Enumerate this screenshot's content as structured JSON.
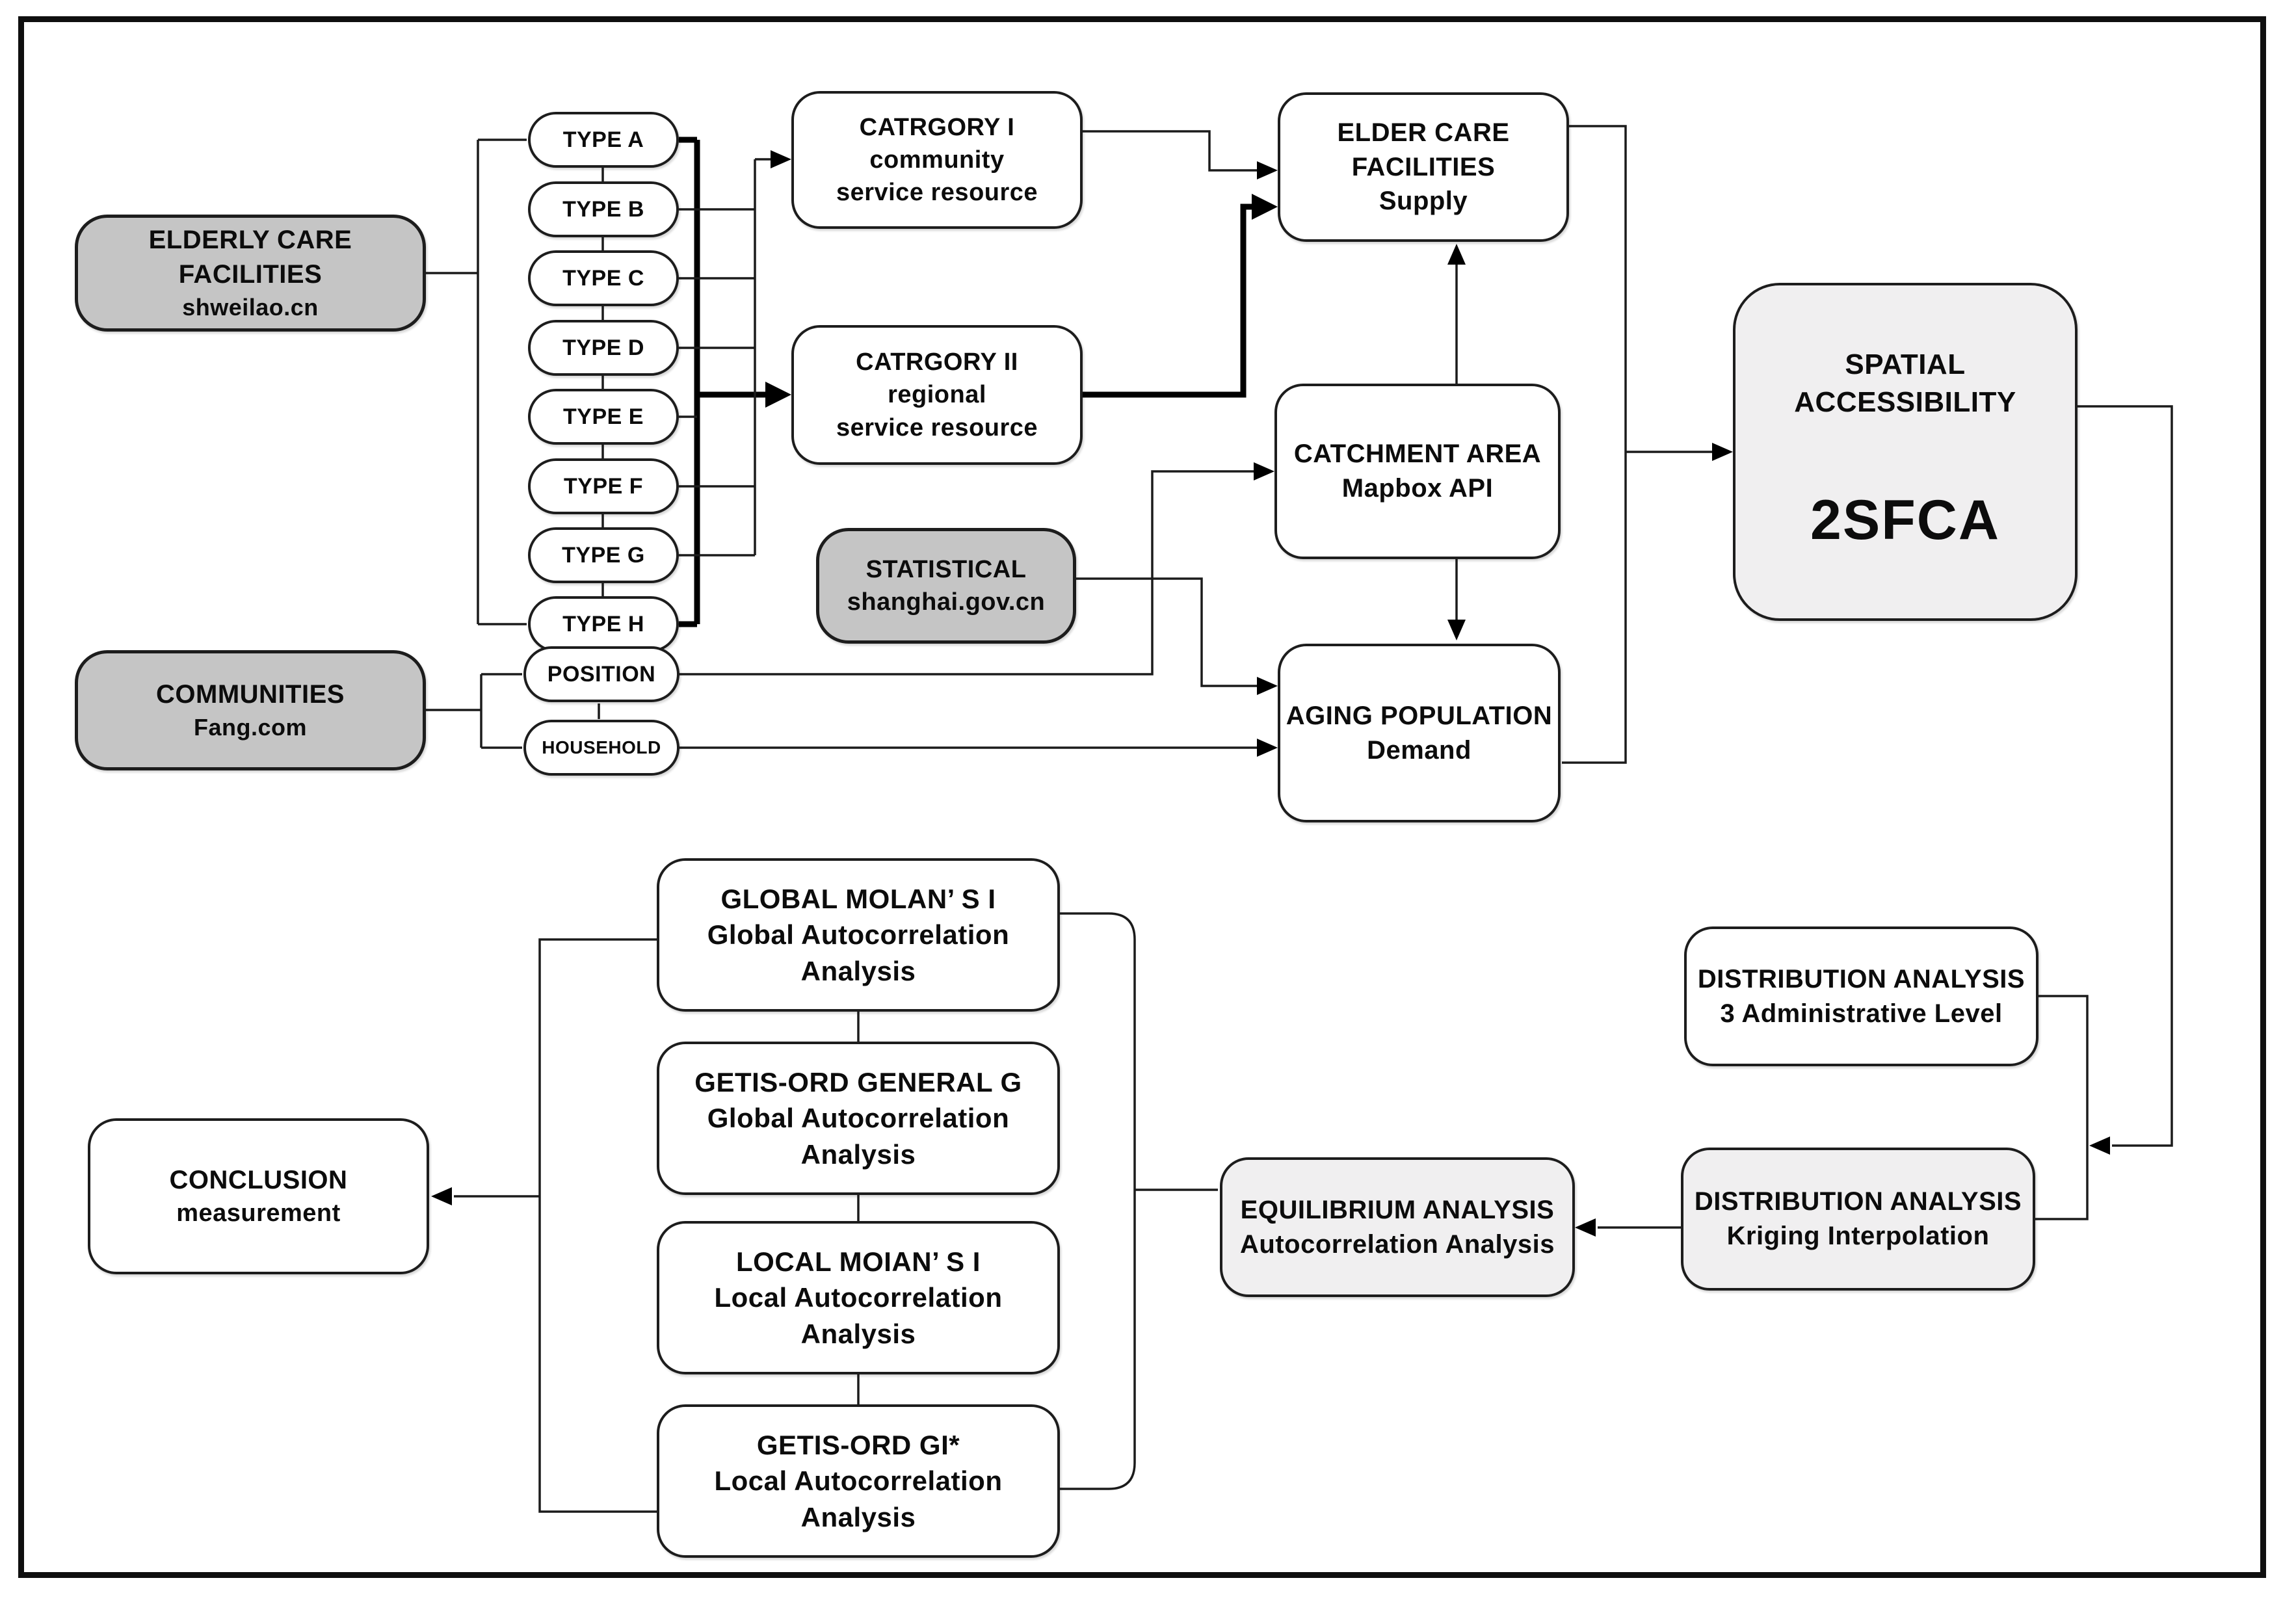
{
  "diagram": {
    "colors": {
      "source_fill": "#c5c5c5",
      "highlight_fill": "#f0eff0",
      "node_fill": "#ffffff",
      "line_color": "#1b1b1b",
      "frame_color": "#0f0f0f"
    },
    "types": [
      "TYPE A",
      "TYPE B",
      "TYPE C",
      "TYPE D",
      "TYPE E",
      "TYPE F",
      "TYPE G",
      "TYPE H"
    ],
    "nodes": {
      "elderly": {
        "lines": [
          "ELDERLY CARE FACILITIES",
          "shweilao.cn"
        ]
      },
      "communities": {
        "lines": [
          "COMMUNITIES",
          "Fang.com"
        ]
      },
      "position": {
        "label": "POSITION"
      },
      "household": {
        "label": "HOUSEHOLD"
      },
      "statistical": {
        "lines": [
          "STATISTICAL",
          "shanghai.gov.cn"
        ]
      },
      "category1": {
        "lines": [
          "CATRGORY I",
          "community",
          "service resource"
        ]
      },
      "category2": {
        "lines": [
          "CATRGORY II",
          "regional",
          "service resource"
        ]
      },
      "supply": {
        "lines": [
          "ELDER CARE FACILITIES",
          "Supply"
        ]
      },
      "catchment": {
        "lines": [
          "CATCHMENT AREA",
          "Mapbox API"
        ]
      },
      "aging": {
        "lines": [
          "AGING POPULATION",
          "Demand"
        ]
      },
      "sfca": {
        "title": "SPATIAL ACCESSIBILITY",
        "big": "2SFCA"
      },
      "dist_admin": {
        "lines": [
          "DISTRIBUTION ANALYSIS",
          "3 Administrative Level"
        ]
      },
      "dist_kriging": {
        "lines": [
          "DISTRIBUTION ANALYSIS",
          "Kriging Interpolation"
        ]
      },
      "equilibrium": {
        "lines": [
          "EQUILIBRIUM ANALYSIS",
          "Autocorrelation Analysis"
        ]
      },
      "global_moran": {
        "lines": [
          "GLOBAL MOLAN’ S I",
          "Global Autocorrelation Analysis"
        ]
      },
      "getis_general": {
        "lines": [
          "GETIS-ORD GENERAL G",
          "Global Autocorrelation Analysis"
        ]
      },
      "local_moran": {
        "lines": [
          "LOCAL MOIAN’ S I",
          "Local Autocorrelation Analysis"
        ]
      },
      "getis_gi": {
        "lines": [
          "GETIS-ORD GI*",
          "Local Autocorrelation Analysis"
        ]
      },
      "conclusion": {
        "lines": [
          "CONCLUSION",
          "measurement"
        ]
      }
    }
  }
}
